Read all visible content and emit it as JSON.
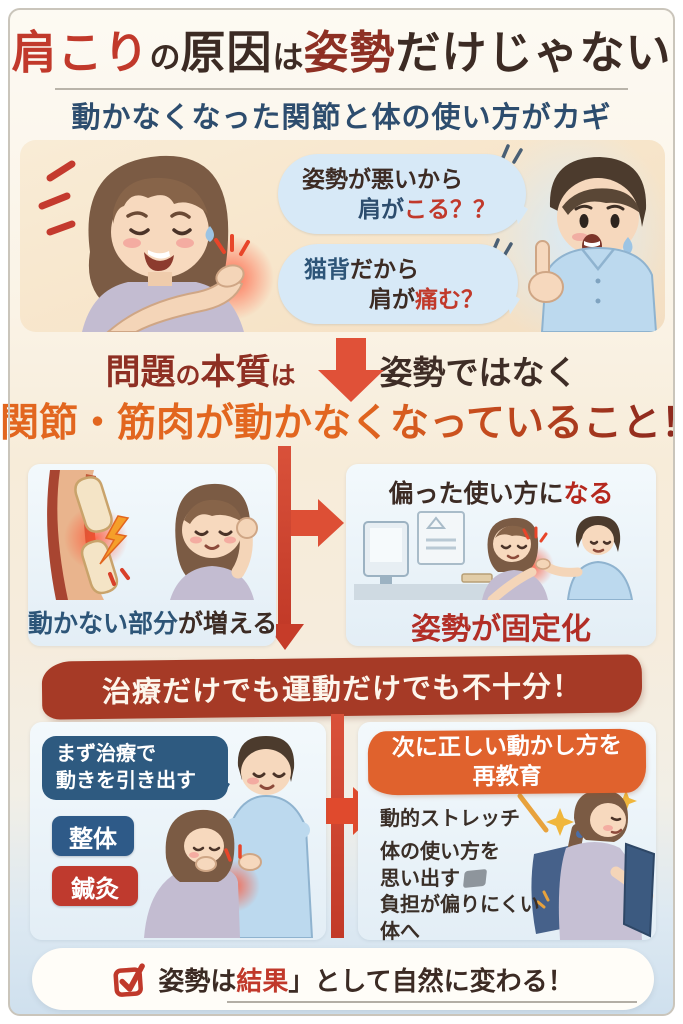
{
  "palette": {
    "title_red": "#c1392b",
    "maroon_red": "#8e3024",
    "dark_brown": "#3c2b24",
    "steel_blue": "#2d4d6e",
    "caption_blue": "#2d5578",
    "accent_red": "#b5281e",
    "orange_text": "#e2661f",
    "arrow_red": "#dd4f35",
    "banner_red": "#a63a26",
    "bubble_blue": "#d7e9f7",
    "panel_blue": "#edf5fa",
    "tag_blue": "#2e5a88",
    "tag_red": "#bf3a2e",
    "header_orange": "#e0622d"
  },
  "header": {
    "title_seg1": "肩こり",
    "title_seg2": "の",
    "title_seg3": "原因",
    "title_seg4": "は",
    "title_seg5": "姿勢",
    "title_seg6": "だけじゃない",
    "subtitle": "動かなくなった関節と体の使い方がカギ"
  },
  "hero": {
    "bubble1": {
      "line1": "姿勢が悪いから",
      "line2_blue": "肩が",
      "line2_red": "こる？？"
    },
    "bubble2": {
      "line1_blue": "猫背",
      "line1_dark": "だから",
      "line2_dark": "肩が",
      "line2_red": "痛む？"
    }
  },
  "statement": {
    "lead_big1": "問題",
    "lead_small1": "の",
    "lead_big2": "本質",
    "lead_small2": "は",
    "tail": "姿勢ではなく",
    "main": "関節・筋肉が動かなくなっていること！"
  },
  "flow": {
    "left_caption_blue": "動かない部分",
    "left_caption_dark": "が増える",
    "right_title_dark": "偏った使い方に",
    "right_title_red": "なる",
    "right_caption": "姿勢が固定化"
  },
  "banner": {
    "text": "治療だけでも運動だけでも不十分！"
  },
  "treatment": {
    "bubble_line1": "まず治療で",
    "bubble_line2": "動きを引き出す",
    "tag_seitai": "整体",
    "tag_shinkyu": "鍼灸"
  },
  "reeducation": {
    "header_line1": "次に正しい動かし方を",
    "header_line2": "再教育",
    "item1": "動的ストレッチ",
    "item2_line1": "体の使い方を",
    "item2_line2": "思い出す",
    "item3_line1": "負担が偏りにくい",
    "item3_line2": "体へ"
  },
  "footer": {
    "seg1": "姿勢は",
    "seg2": "結果",
    "seg3": "」として",
    "seg4": "自然に変わる！"
  }
}
